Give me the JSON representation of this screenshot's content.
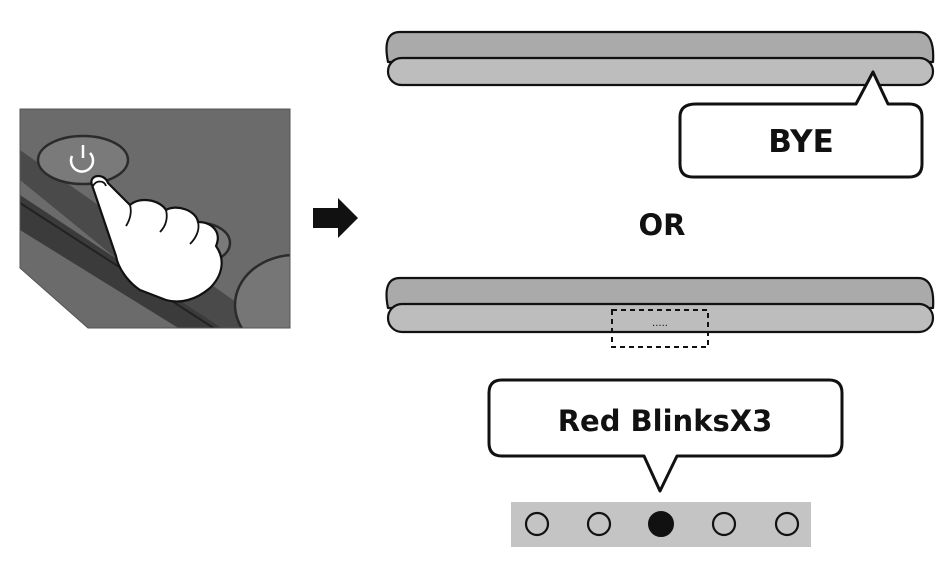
{
  "labels": {
    "bye": "BYE",
    "or": "OR",
    "red_blinks": "Red BlinksX3",
    "display_dots": "....."
  },
  "led_indicator": {
    "count": 5,
    "active_index": 2
  },
  "colors": {
    "remote_body": "#6b6b6b",
    "remote_edge": "#3a3a3a",
    "soundbar_top": "#aaaaaa",
    "soundbar_front": "#bdbdbd",
    "led_strip": "#c4c4c4",
    "ink": "#111111"
  },
  "icons": [
    "power-icon",
    "play-icon",
    "finger-press-icon",
    "arrow-right-icon"
  ]
}
